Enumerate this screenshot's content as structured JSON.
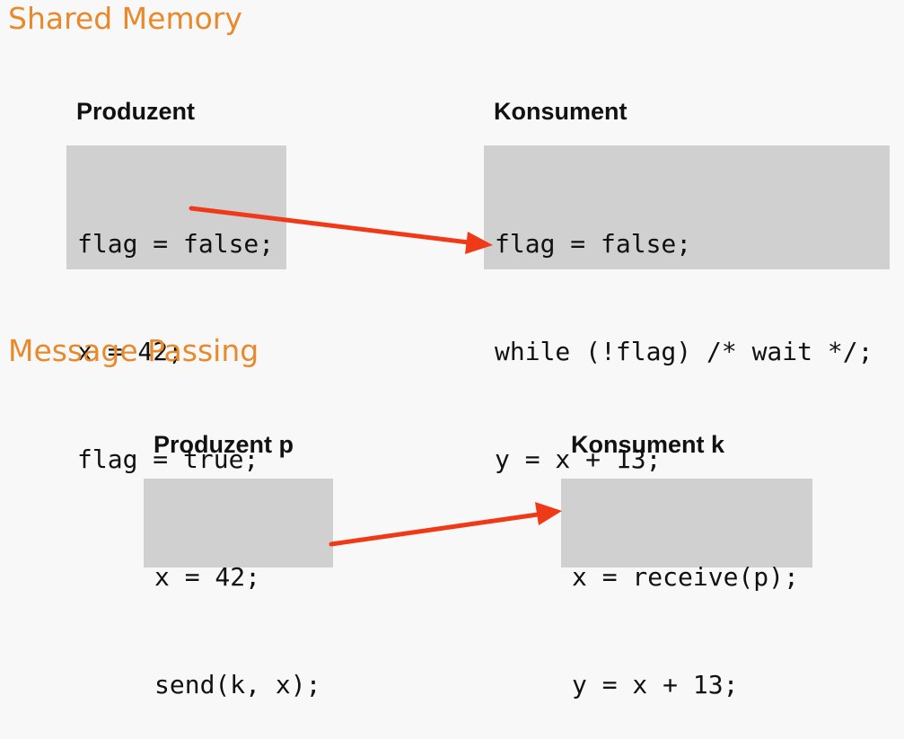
{
  "shared_memory": {
    "title": "Shared Memory",
    "producer": {
      "label": "Produzent",
      "lines": [
        "flag = false;",
        "x = 42;",
        "flag = true;"
      ]
    },
    "consumer": {
      "label": "Konsument",
      "lines": [
        "flag = false;",
        "while (!flag) /* wait */;",
        "y = x + 13;"
      ]
    }
  },
  "message_passing": {
    "title": "Message Passing",
    "producer": {
      "label": "Produzent p",
      "lines": [
        "x = 42;",
        "send(k, x);"
      ]
    },
    "consumer": {
      "label": "Konsument k",
      "lines": [
        "x = receive(p);",
        "y = x + 13;"
      ]
    }
  },
  "colors": {
    "title": "#e8892b",
    "code_background": "#d0d0d0",
    "arrow": "#f03a17"
  }
}
